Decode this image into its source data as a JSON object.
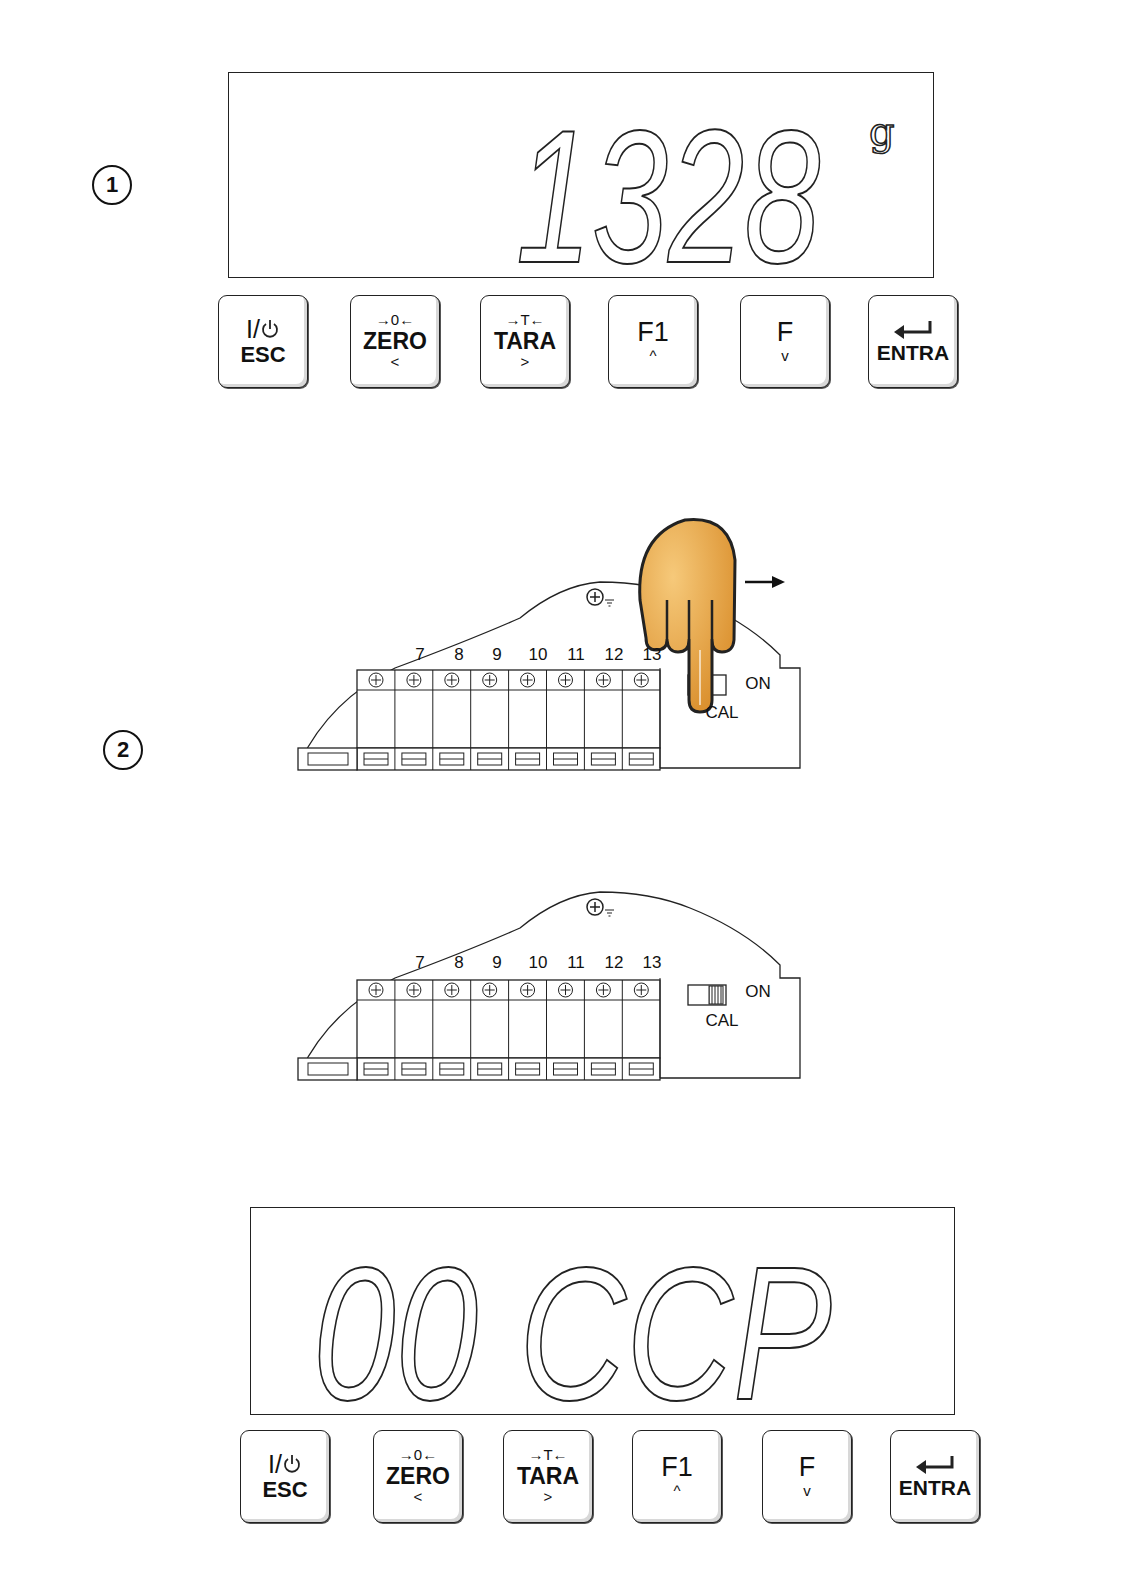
{
  "diagram": {
    "nodes": [
      {
        "text": [
          "1328",
          "g"
        ]
      },
      {
        "text": [
          "1"
        ]
      },
      {
        "text": [
          "I/",
          "ESC"
        ]
      },
      {
        "text": [
          "→0←",
          "ZERO",
          "<"
        ]
      },
      {
        "text": [
          "→T←",
          "TARA",
          ">"
        ]
      },
      {
        "text": [
          "F1",
          "^"
        ]
      },
      {
        "text": [
          "F",
          "v"
        ]
      },
      {
        "text": [
          "ENTRA"
        ]
      },
      {
        "text": [
          "2"
        ]
      },
      {
        "text": [
          "00 CCP"
        ]
      },
      {
        "text": [
          "I/",
          "ESC"
        ]
      },
      {
        "text": [
          "→0←",
          "ZERO",
          "<"
        ]
      },
      {
        "text": [
          "→T←",
          "TARA",
          ">"
        ]
      },
      {
        "text": [
          "F1",
          "^"
        ]
      },
      {
        "text": [
          "F",
          "v"
        ]
      },
      {
        "text": [
          "ENTRA"
        ]
      }
    ],
    "labels": [
      "7",
      "8",
      "9",
      "10",
      "11",
      "12",
      "13",
      "ON",
      "CAL",
      "7",
      "8",
      "9",
      "10",
      "11",
      "12",
      "13",
      "ON",
      "CAL"
    ]
  }
}
